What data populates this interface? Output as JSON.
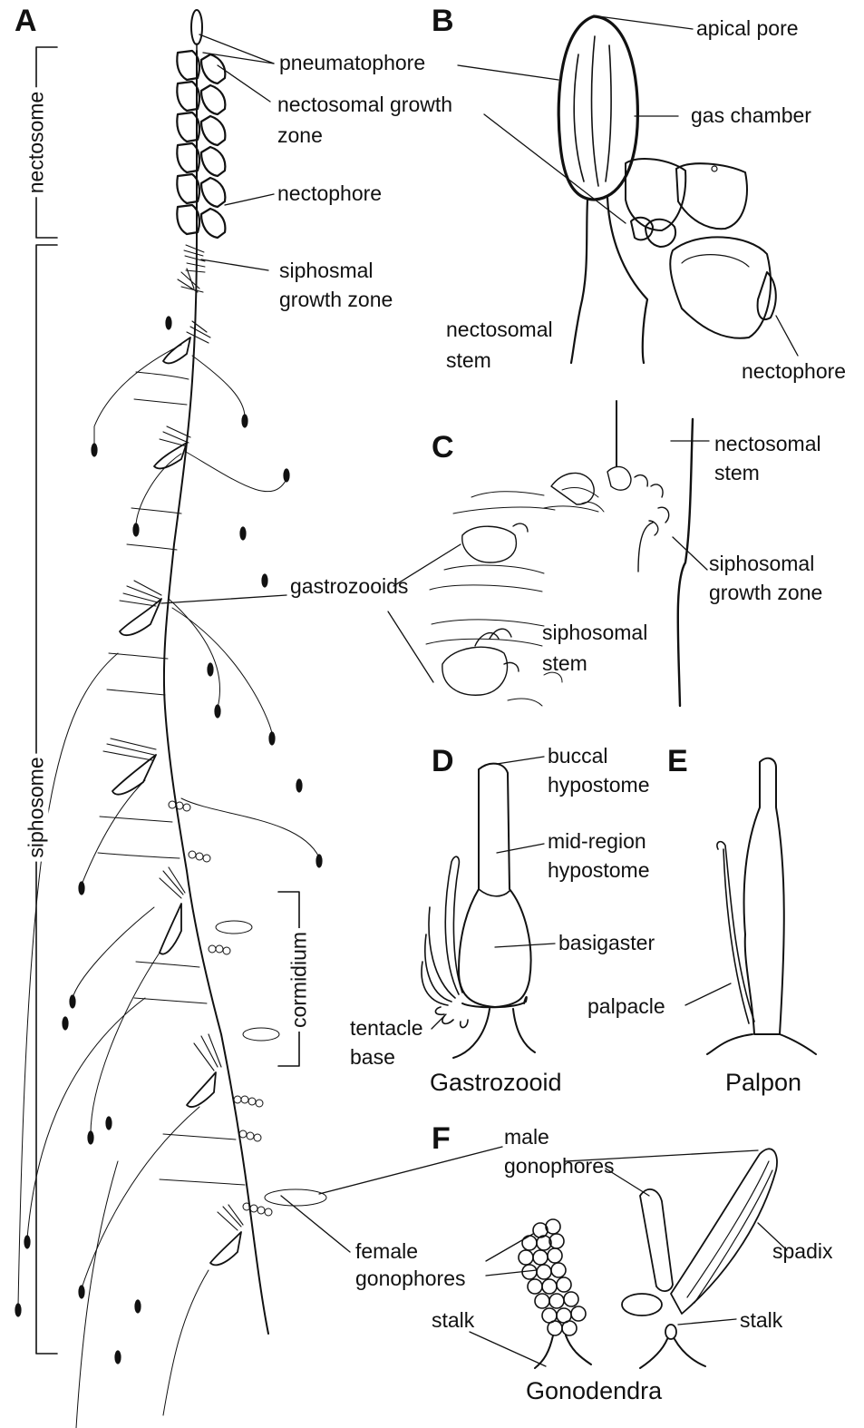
{
  "panels": {
    "a": "A",
    "b": "B",
    "c": "C",
    "d": "D",
    "e": "E",
    "f": "F"
  },
  "panel_a": {
    "brackets": {
      "nectosome": "nectosome",
      "siphosome": "siphosome",
      "cormidium": "cormidium"
    },
    "labels": {
      "pneumatophore": "pneumatophore",
      "nectosomal_growth_zone": [
        "nectosomal growth",
        "zone"
      ],
      "nectophore": "nectophore",
      "siphosomal_growth_zone": [
        "siphosmal",
        "growth zone"
      ],
      "gastrozooids": "gastrozooids",
      "female_gonophores": [
        "female",
        "gonophores"
      ]
    }
  },
  "panel_b": {
    "labels": {
      "apical_pore": "apical pore",
      "gas_chamber": "gas chamber",
      "nectosomal_stem": [
        "nectosomal",
        "stem"
      ],
      "nectophore": "nectophore"
    }
  },
  "panel_c": {
    "labels": {
      "nectosomal_stem": [
        "nectosomal",
        "stem"
      ],
      "siphosomal_growth_zone": [
        "siphosomal",
        "growth zone"
      ],
      "siphosomal_stem": [
        "siphosomal",
        "stem"
      ]
    }
  },
  "panel_d": {
    "caption": "Gastrozooid",
    "labels": {
      "buccal_hypostome": [
        "buccal",
        "hypostome"
      ],
      "mid_region_hypostome": [
        "mid-region",
        "hypostome"
      ],
      "basigaster": "basigaster",
      "tentacle_base": [
        "tentacle",
        "base"
      ]
    }
  },
  "panel_e": {
    "caption": "Palpon",
    "labels": {
      "palpacle": "palpacle"
    }
  },
  "panel_f": {
    "caption": "Gonodendra",
    "labels": {
      "male_gonophores": [
        "male",
        "gonophores"
      ],
      "spadix": "spadix",
      "stalk_left": "stalk",
      "stalk_right": "stalk"
    }
  }
}
